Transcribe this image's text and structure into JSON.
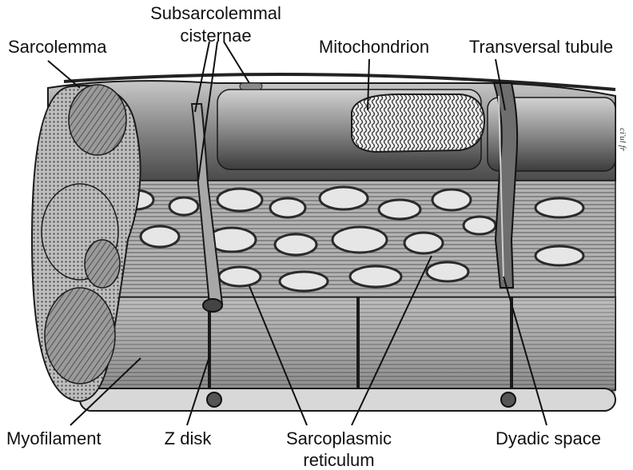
{
  "labels": {
    "subsarcolemmal_line1": "Subsarcolemmal",
    "subsarcolemmal_line2": "cisternae",
    "sarcolemma": "Sarcolemma",
    "mitochondrion": "Mitochondrion",
    "transversal_tubule": "Transversal tubule",
    "myofilament": "Myofilament",
    "z_disk": "Z disk",
    "sarcoplasmic_line1": "Sarcoplasmic",
    "sarcoplasmic_line2": "reticulum",
    "dyadic_space": "Dyadic space"
  },
  "signature": "ci'ul fr",
  "colors": {
    "ink": "#111111",
    "paper": "#ffffff"
  }
}
